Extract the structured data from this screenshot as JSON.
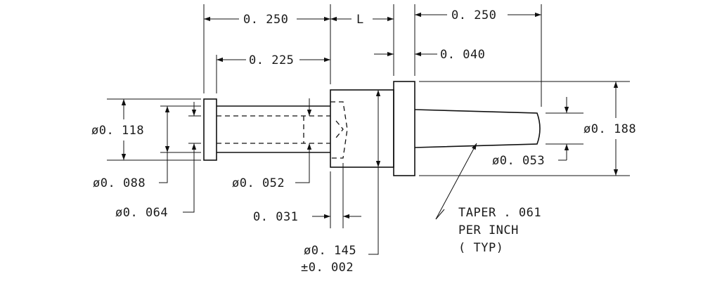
{
  "drawing": {
    "dimensions": {
      "top_left_length": "0. 250",
      "gap_length": "L",
      "top_right_length": "0. 250",
      "inner_length": "0. 225",
      "flange_thickness": "0. 040",
      "dia_outer_left": "ø0. 118",
      "dia_mid_left": "ø0. 088",
      "dia_inner_left": "ø0. 064",
      "dia_bore": "ø0. 052",
      "chamfer_depth": "0. 031",
      "dia_body": "ø0. 145",
      "dia_body_tol": "±0. 002",
      "dia_flange": "ø0. 188",
      "dia_tip": "ø0. 053"
    },
    "note": {
      "line1": "TAPER . 061",
      "line2": "PER INCH",
      "line3": "( TYP)"
    }
  }
}
